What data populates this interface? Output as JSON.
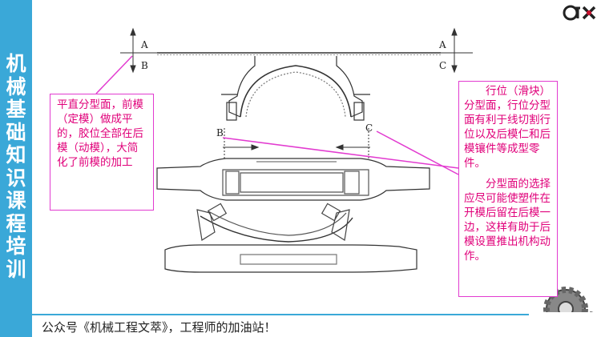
{
  "sidebar": {
    "title": "机械基础知识课程培训",
    "bg": "#3aa8d8"
  },
  "labels": {
    "a_left": "A",
    "b_left": "B",
    "a_right": "A",
    "c_right": "C",
    "b_mid": "B",
    "c_mid": "C"
  },
  "notes": {
    "left": "平直分型面，前模（定模）做成平的，胶位全部在后模（动模），大简化了前模的加工",
    "right_1": "行位（滑块）分型面，行位分型面有利于线切割行位以及后模仁和后模镶件等成型零件。",
    "right_2": "分型面的选择应尽可能使塑件在开模后留在后模一边，这样有助于后模设置推出机构动作。"
  },
  "footer": {
    "text": "公众号《机械工程文萃》，工程师的加油站！"
  },
  "colors": {
    "accent": "#3aa8d8",
    "annotation": "#e0007a",
    "callout_line": "#e23bd0"
  },
  "icons": {
    "logo": "otx-logo-icon",
    "gears": "gears-icon"
  }
}
